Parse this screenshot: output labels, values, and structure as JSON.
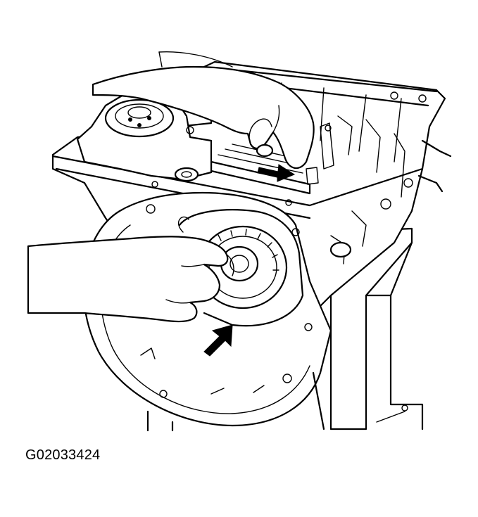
{
  "figure": {
    "code": "G02033424",
    "subject": "transmission-case-assembly",
    "arrow_count": 2
  }
}
